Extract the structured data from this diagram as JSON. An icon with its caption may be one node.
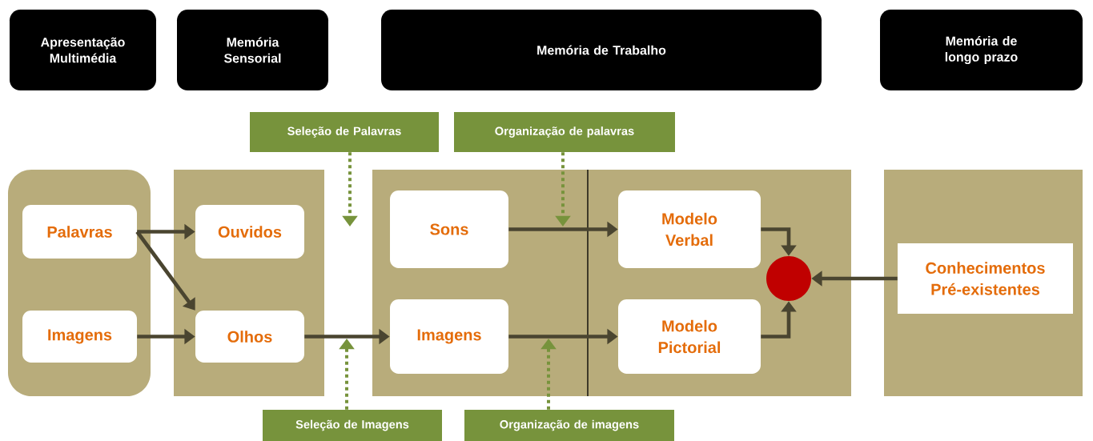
{
  "diagram": {
    "nodes": [
      {
        "text": [
          "Apresentação Multimédia"
        ]
      },
      {
        "text": [
          "Memória Sensorial"
        ]
      },
      {
        "text": [
          "Memória de Trabalho"
        ]
      },
      {
        "text": [
          "Memória de longo prazo"
        ]
      },
      {
        "text": [
          "Seleção de Palavras"
        ]
      },
      {
        "text": [
          "Organização de palavras"
        ]
      },
      {
        "text": [],
        "shape": "box"
      },
      {
        "text": [
          "Palavras"
        ],
        "in": 6
      },
      {
        "text": [
          "Imagens"
        ],
        "in": 6
      },
      {
        "text": [],
        "shape": "box"
      },
      {
        "text": [
          "Ouvidos"
        ],
        "in": 9
      },
      {
        "text": [
          "Olhos"
        ],
        "in": 9
      },
      {
        "text": [],
        "shape": "box"
      },
      {
        "text": [
          "Sons"
        ],
        "in": 12
      },
      {
        "text": [
          "Imagens"
        ],
        "in": 12
      },
      {
        "text": [
          "Modelo Verbal"
        ],
        "in": 12
      },
      {
        "text": [
          "Modelo Pictorial"
        ],
        "in": 12
      },
      {
        "text": [],
        "shape": "circle",
        "in": 12
      },
      {
        "text": [],
        "shape": "box"
      },
      {
        "text": [
          "Conhecimentos Pré-existentes"
        ],
        "in": 18
      },
      {
        "text": [
          "Seleção de Imagens"
        ]
      },
      {
        "text": [
          "Organização de imagens"
        ]
      }
    ],
    "edges": [
      {
        "from": 7,
        "to": 10,
        "arrow": "to"
      },
      {
        "from": 7,
        "to": 11,
        "arrow": "to"
      },
      {
        "from": 8,
        "to": 11,
        "arrow": "to"
      },
      {
        "from": 11,
        "to": 14,
        "arrow": "to"
      },
      {
        "from": 13,
        "to": 15,
        "arrow": "to"
      },
      {
        "from": 14,
        "to": 16,
        "arrow": "to"
      },
      {
        "from": 15,
        "to": 17,
        "arrow": "to"
      },
      {
        "from": 16,
        "to": 17,
        "arrow": "to"
      },
      {
        "from": 19,
        "to": 17,
        "arrow": "to"
      },
      {
        "from": 4,
        "to": null,
        "arrow": "to",
        "style": "dashed",
        "color": "#77933c"
      },
      {
        "from": 5,
        "to": null,
        "arrow": "to",
        "style": "dashed",
        "color": "#77933c"
      },
      {
        "from": 20,
        "to": null,
        "arrow": "to",
        "style": "dashed",
        "color": "#77933c"
      },
      {
        "from": 21,
        "to": null,
        "arrow": "to",
        "style": "dashed",
        "color": "#77933c"
      }
    ]
  }
}
